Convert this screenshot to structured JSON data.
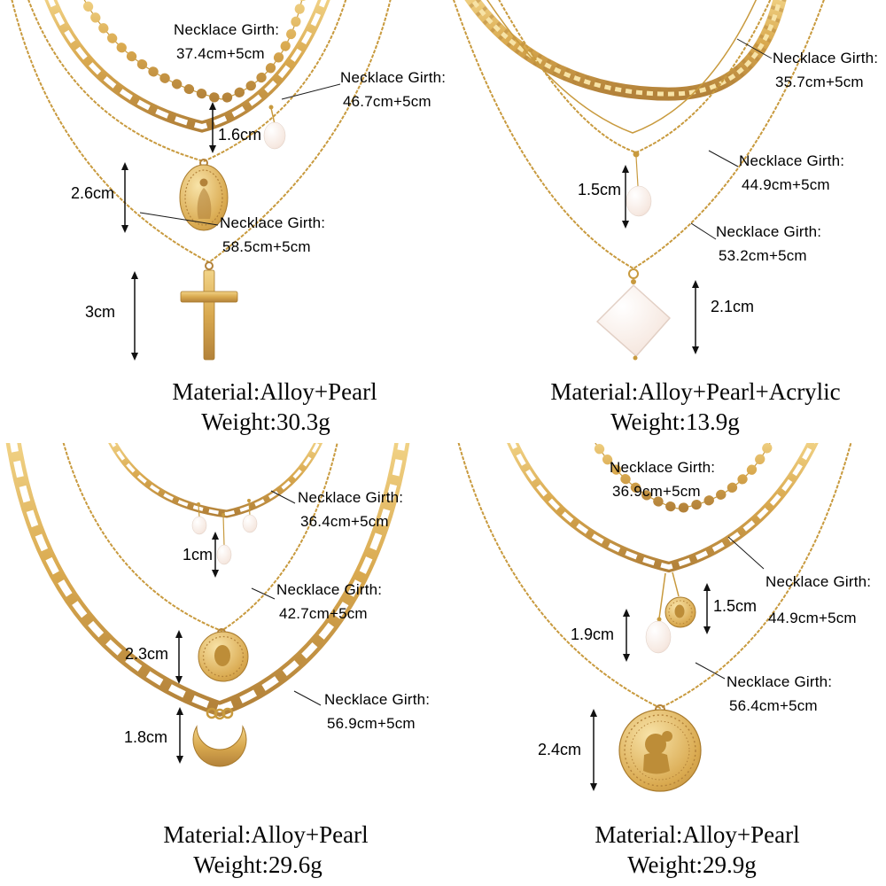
{
  "colors": {
    "gold": "#d9a94f",
    "gold_light": "#f2d488",
    "gold_dark": "#b3823a",
    "pearl": "#f6e8e0",
    "annotation_text": "#000000"
  },
  "products": [
    {
      "name": "layered cross and medallion necklace",
      "girths": [
        {
          "label": "Necklace Girth:",
          "value": "37.4cm+5cm"
        },
        {
          "label": "Necklace Girth:",
          "value": "46.7cm+5cm"
        },
        {
          "label": "Necklace Girth:",
          "value": "58.5cm+5cm"
        }
      ],
      "sizes": [
        "1.6cm",
        "2.6cm",
        "3cm"
      ],
      "material": "Material:Alloy+Pearl",
      "weight": "Weight:30.3g"
    },
    {
      "name": "curb chain with baroque pearl necklace",
      "girths": [
        {
          "label": "Necklace Girth:",
          "value": "35.7cm+5cm"
        },
        {
          "label": "Necklace Girth:",
          "value": "44.9cm+5cm"
        },
        {
          "label": "Necklace Girth:",
          "value": "53.2cm+5cm"
        }
      ],
      "sizes": [
        "1.5cm",
        "2.1cm"
      ],
      "material": "Material:Alloy+Pearl+Acrylic",
      "weight": "Weight:13.9g"
    },
    {
      "name": "coin and crescent moon necklace",
      "girths": [
        {
          "label": "Necklace Girth:",
          "value": "36.4cm+5cm"
        },
        {
          "label": "Necklace Girth:",
          "value": "42.7cm+5cm"
        },
        {
          "label": "Necklace Girth:",
          "value": "56.9cm+5cm"
        }
      ],
      "sizes": [
        "1cm",
        "2.3cm",
        "1.8cm"
      ],
      "material": "Material:Alloy+Pearl",
      "weight": "Weight:29.6g"
    },
    {
      "name": "coin portrait pendant necklace",
      "girths": [
        {
          "label": "Necklace Girth:",
          "value": "36.9cm+5cm"
        },
        {
          "label": "Necklace Girth:",
          "value": "44.9cm+5cm"
        },
        {
          "label": "Necklace Girth:",
          "value": "56.4cm+5cm"
        }
      ],
      "sizes": [
        "1.5cm",
        "1.9cm",
        "2.4cm"
      ],
      "material": "Material:Alloy+Pearl",
      "weight": "Weight:29.9g"
    }
  ]
}
